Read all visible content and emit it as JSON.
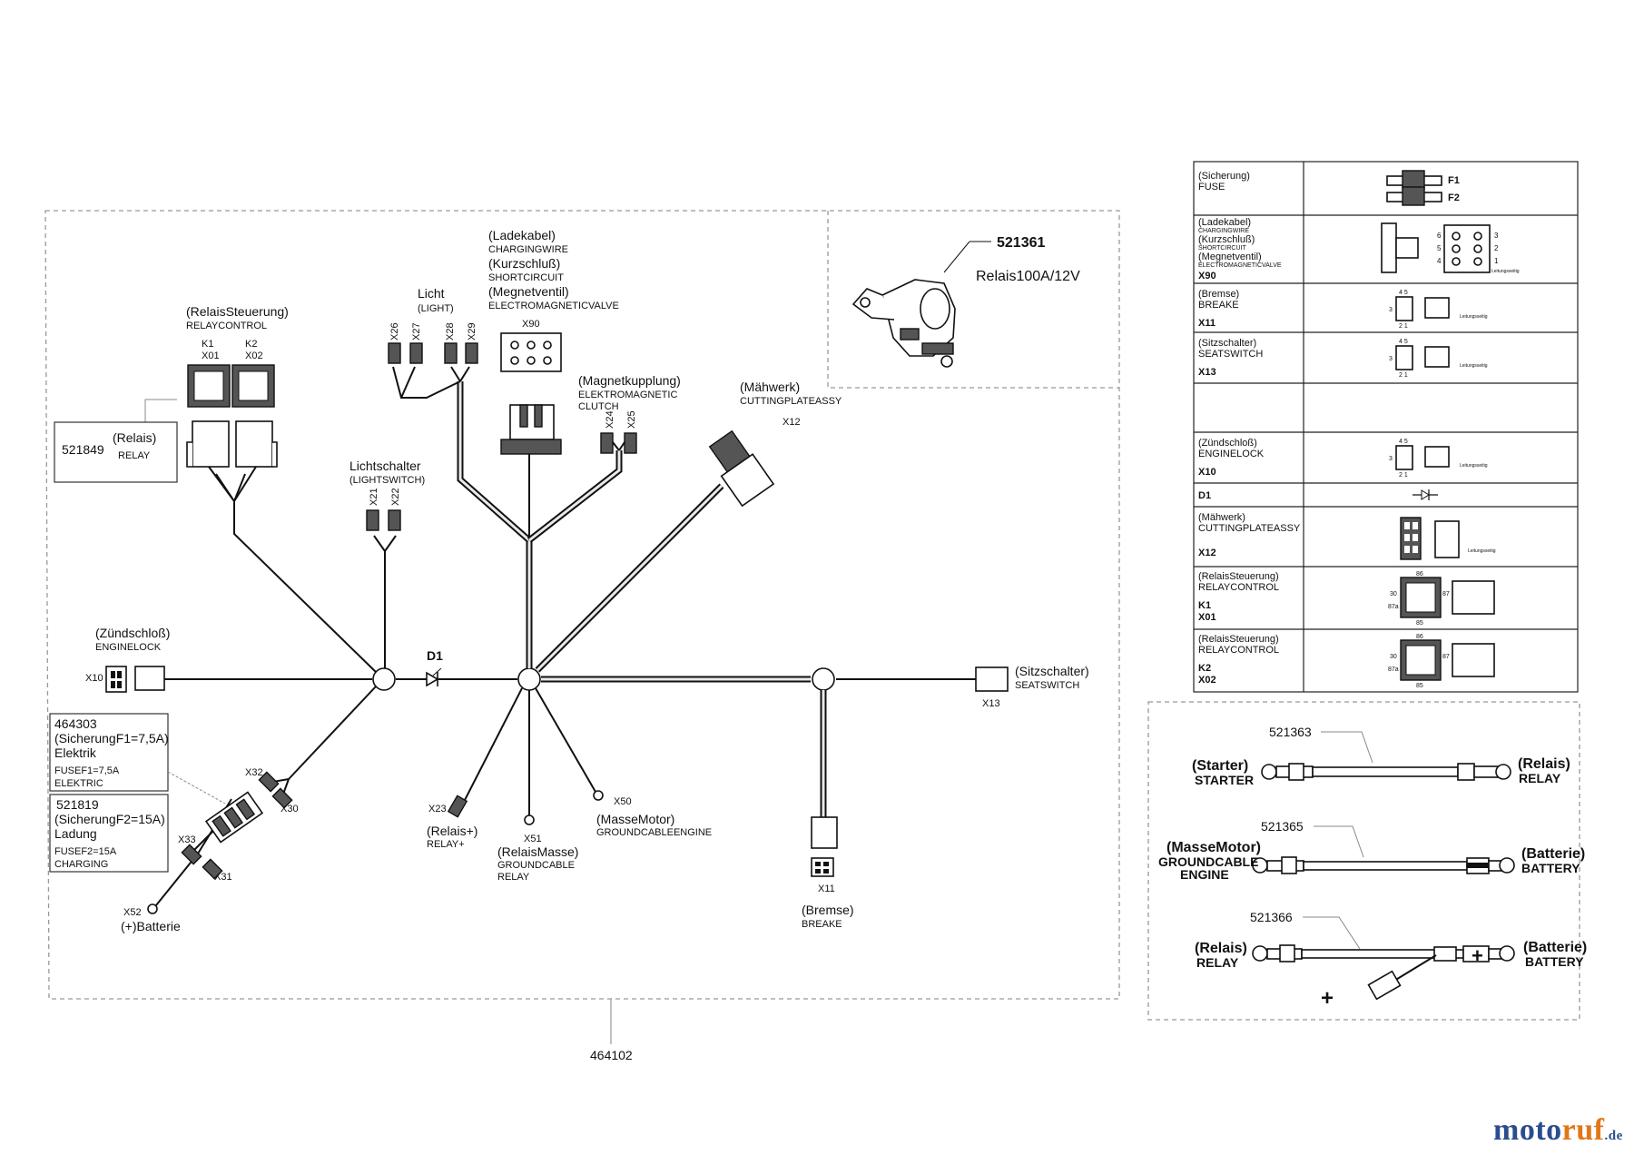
{
  "main_harness": {
    "part_number": "464102",
    "diode": "D1",
    "relays": {
      "title": "(RelaisSteuerung)",
      "sub": "RELAYCONTROL",
      "k1": "K1",
      "x01": "X01",
      "k2": "K2",
      "x02": "X02",
      "relay_part": "521849",
      "relay_de": "(Relais)",
      "relay_en": "RELAY"
    },
    "licht": {
      "de": "Licht",
      "en": "(LIGHT)",
      "pins": [
        "X26",
        "X27",
        "X28",
        "X29"
      ]
    },
    "ladekabel": {
      "de1": "(Ladekabel)",
      "en1": "CHARGINGWIRE",
      "de2": "(Kurzschluß)",
      "en2": "SHORTCIRCUIT",
      "de3": "(Megnetventil)",
      "en3": "ELECTROMAGNETICVALVE",
      "pin": "X90"
    },
    "magnetkupplung": {
      "de": "(Magnetkupplung)",
      "en1": "ELEKTROMAGNETIC",
      "en2": "CLUTCH",
      "pins": [
        "X24",
        "X25"
      ]
    },
    "maehwerk": {
      "de": "(Mähwerk)",
      "en": "CUTTINGPLATEASSY",
      "pin": "X12"
    },
    "lichtschalter": {
      "de": "Lichtschalter",
      "en": "(LIGHTSWITCH)",
      "pins": [
        "X21",
        "X22"
      ]
    },
    "zuendschloss": {
      "de": "(Zündschloß)",
      "en": "ENGINELOCK",
      "pin": "X10"
    },
    "sitzschalter": {
      "de": "(Sitzschalter)",
      "en": "SEATSWITCH",
      "pin": "X13"
    },
    "fuse1": {
      "part": "464303",
      "l1": "(SicherungF1=7,5A)",
      "l2": "Elektrik",
      "l3": "FUSEF1=7,5A",
      "l4": "ELEKTRIC"
    },
    "fuse2": {
      "part": "521819",
      "l1": "(SicherungF2=15A)",
      "l2": "Ladung",
      "l3": "FUSEF2=15A",
      "l4": "CHARGING"
    },
    "fuse_pins": {
      "x32": "X32",
      "x30": "X30",
      "x33": "X33",
      "x31": "X31"
    },
    "batterie": {
      "pin": "X52",
      "label": "(+)Batterie"
    },
    "relais_plus": {
      "pin": "X23",
      "de": "(Relais+)",
      "en": "RELAY+"
    },
    "relais_masse": {
      "pin": "X51",
      "de": "(RelaisMasse)",
      "en1": "GROUNDCABLE",
      "en2": "RELAY"
    },
    "masse_motor": {
      "pin": "X50",
      "de": "(MasseMotor)",
      "en": "GROUNDCABLEENGINE"
    },
    "bremse": {
      "pin": "X11",
      "de": "(Bremse)",
      "en": "BREAKE"
    }
  },
  "relay_inset": {
    "part": "521361",
    "label": "Relais100A/12V"
  },
  "connector_table": {
    "rows": [
      {
        "lines": [
          "(Sicherung)",
          "FUSE"
        ],
        "code": "",
        "marks": [
          "F1",
          "F2"
        ]
      },
      {
        "lines": [
          "(Ladekabel)",
          "CHARGINGWIRE",
          "(Kurzschluß)",
          "SHORTCIRCUIT",
          "(Megnetventil)",
          "ELECTROMAGNETICVALVE"
        ],
        "code": "X90",
        "marks": [
          "3",
          "2",
          "1",
          "6",
          "5",
          "4"
        ],
        "note": "Leitungsseitig"
      },
      {
        "lines": [
          "(Bremse)",
          "BREAKE"
        ],
        "code": "X11",
        "marks": [
          "4 5",
          "3",
          "2 1"
        ],
        "note": "Leitungsseitig"
      },
      {
        "lines": [
          "(Sitzschalter)",
          "SEATSWITCH"
        ],
        "code": "X13",
        "marks": [
          "4 5",
          "3",
          "2 1"
        ],
        "note": "Leitungsseitig"
      },
      {
        "lines": [],
        "code": "",
        "marks": []
      },
      {
        "lines": [
          "(Zündschloß)",
          "ENGINELOCK"
        ],
        "code": "X10",
        "marks": [
          "4 5",
          "3",
          "2 1"
        ],
        "note": "Leitungsseitig"
      },
      {
        "lines": [],
        "code": "D1",
        "marks": []
      },
      {
        "lines": [
          "(Mähwerk)",
          "CUTTINGPLATEASSY"
        ],
        "code": "X12",
        "marks": [],
        "note": "Leitungsseitig"
      },
      {
        "lines": [
          "(RelaisSteuerung)",
          "RELAYCONTROL",
          "K1"
        ],
        "code": "X01",
        "marks": [
          "86",
          "30",
          "87",
          "87a",
          "85"
        ]
      },
      {
        "lines": [
          "(RelaisSteuerung)",
          "RELAYCONTROL",
          "K2"
        ],
        "code": "X02",
        "marks": [
          "86",
          "30",
          "87",
          "87a",
          "85"
        ]
      }
    ]
  },
  "cables": [
    {
      "part": "521363",
      "left_de": "(Starter)",
      "left_en": "STARTER",
      "right_de": "(Relais)",
      "right_en": "RELAY"
    },
    {
      "part": "521365",
      "left_de": "(MasseMotor)",
      "left_en1": "GROUNDCABLE",
      "left_en2": "ENGINE",
      "right_de": "(Batterie)",
      "right_en": "BATTERY"
    },
    {
      "part": "521366",
      "left_de": "(Relais)",
      "left_en": "RELAY",
      "right_de": "(Batterie)",
      "right_en": "BATTERY",
      "plus": "+"
    }
  ],
  "watermark": {
    "a": "moto",
    "b": "ruf",
    "tld": ".de"
  }
}
